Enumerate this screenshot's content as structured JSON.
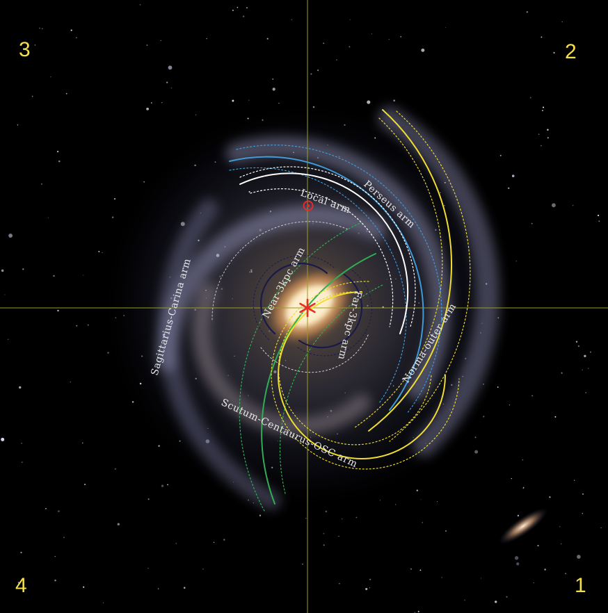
{
  "quadrants": {
    "q1": "1",
    "q2": "2",
    "q3": "3",
    "q4": "4"
  },
  "arms": {
    "perseus": "Perseus arm",
    "local": "Local arm",
    "near3kpc": "Near-3kpc arm",
    "far3kpc": "Far-3kpc arm",
    "norma": "Norma-outer arm",
    "sagittarius": "Sagittarius-Carina arm",
    "scutum": "Scutum-Centaurus-OSC arm"
  },
  "colors": {
    "background": "#000000",
    "quadrant_label": "#f4e04a",
    "axis_line": "#9a9a2a",
    "perseus": "#3f9ad6",
    "local": "#ffffff",
    "sagittarius": "#2fae55",
    "scutum": "#f0dd30",
    "near3kpc": "#1a1a4a",
    "sun_marker": "#e82a2a",
    "center_marker": "#e82a2a",
    "arm_label": "#e8e8e8"
  },
  "icons": {
    "sun": "sun-symbol-icon",
    "galactic_center": "galactic-center-asterisk-icon"
  }
}
